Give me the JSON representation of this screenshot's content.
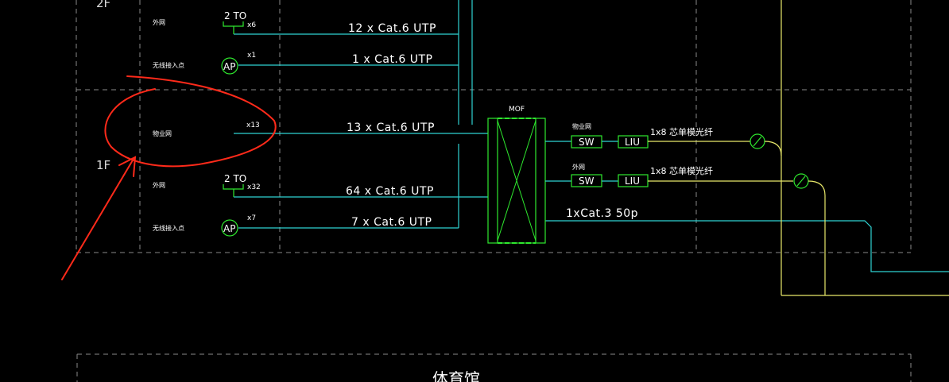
{
  "colors": {
    "cyan": "#2fd3d3",
    "green": "#2ee82e",
    "yellow": "#e8e86a",
    "grid": "#9a9a9a",
    "annotation": "#ff2a1a"
  },
  "floors": {
    "upper": "2F",
    "lower": "1F"
  },
  "rows_2f": [
    {
      "system": "外网",
      "device": "2 TO",
      "count": "x6",
      "cable": "12 x Cat.6  UTP"
    },
    {
      "system": "无线接入点",
      "device": "AP",
      "count": "x1",
      "cable": "1 x Cat.6  UTP"
    }
  ],
  "rows_1f": [
    {
      "system": "物业网",
      "device": "",
      "count": "x13",
      "cable": "13 x Cat.6  UTP"
    },
    {
      "system": "外网",
      "device": "2 TO",
      "count": "x32",
      "cable": "64 x Cat.6  UTP"
    },
    {
      "system": "无线接入点",
      "device": "AP",
      "count": "x7",
      "cable": "7 x Cat.6  UTP"
    }
  ],
  "mof": {
    "label": "MOF"
  },
  "outputs": [
    {
      "network": "物业网",
      "switch": "SW",
      "liu": "LIU",
      "fiber": "1x8 芯单模光纤"
    },
    {
      "network": "外网",
      "switch": "SW",
      "liu": "LIU",
      "fiber": "1x8 芯单模光纤"
    }
  ],
  "voice_cable": "1xCat.3  50p",
  "building_label": "体育馆"
}
